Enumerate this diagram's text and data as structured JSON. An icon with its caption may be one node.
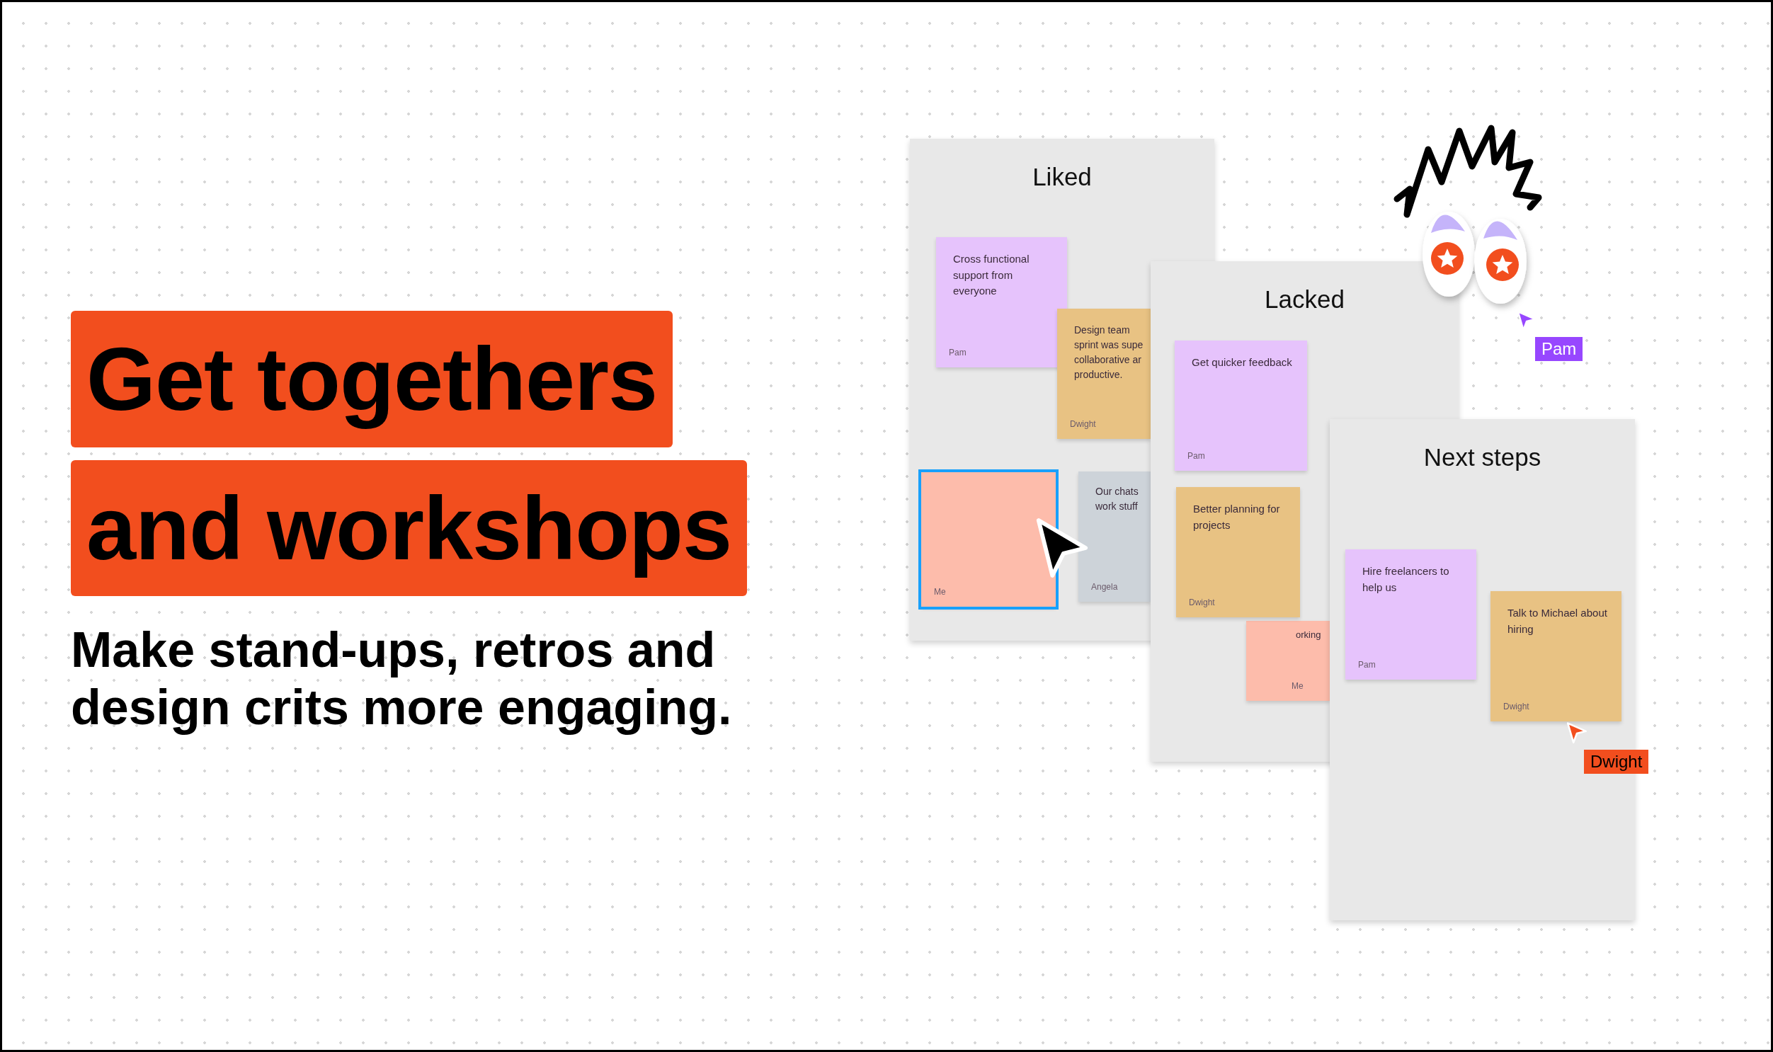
{
  "diagram": {
    "nodes": [
      {
        "text": [
          "Get togethers"
        ]
      },
      {
        "text": [
          "and workshops"
        ]
      },
      {
        "text": [
          "Liked"
        ]
      },
      {
        "text": [
          "Cross functional support from everyone",
          "Pam"
        ],
        "in": 2
      },
      {
        "text": [
          "Design team sprint was supe collaborative ar productive.",
          "Dwight"
        ],
        "in": 2
      },
      {
        "text": [
          "Me"
        ],
        "in": 2
      },
      {
        "text": [
          "Our chats work stuff",
          "Angela"
        ],
        "in": 2
      },
      {
        "text": [
          "Lacked"
        ]
      },
      {
        "text": [
          "Get quicker feedback",
          "Pam"
        ],
        "in": 7
      },
      {
        "text": [
          "Better planning for projects",
          "Dwight"
        ],
        "in": 7
      },
      {
        "text": [
          "orking",
          "Me"
        ],
        "in": 7
      },
      {
        "text": [
          "Next steps"
        ]
      },
      {
        "text": [
          "Hire freelancers to help us",
          "Pam"
        ],
        "in": 11
      },
      {
        "text": [
          "Talk to Michael about hiring",
          "Dwight"
        ],
        "in": 11
      }
    ],
    "labels": [
      "Make stand-ups, retros and design crits more engaging.",
      "Pam",
      "Dwight"
    ]
  }
}
